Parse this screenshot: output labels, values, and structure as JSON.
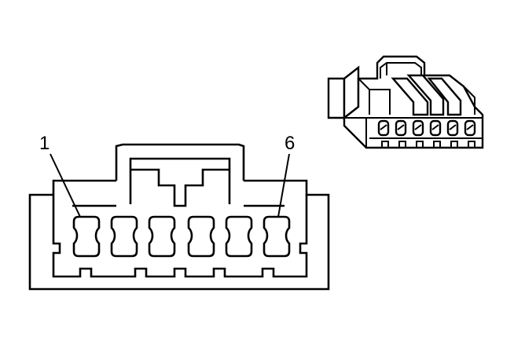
{
  "labels": {
    "pin_first": "1",
    "pin_last": "6"
  },
  "terminal_count": 6,
  "colors": {
    "line": "#000000",
    "background": "#ffffff"
  }
}
